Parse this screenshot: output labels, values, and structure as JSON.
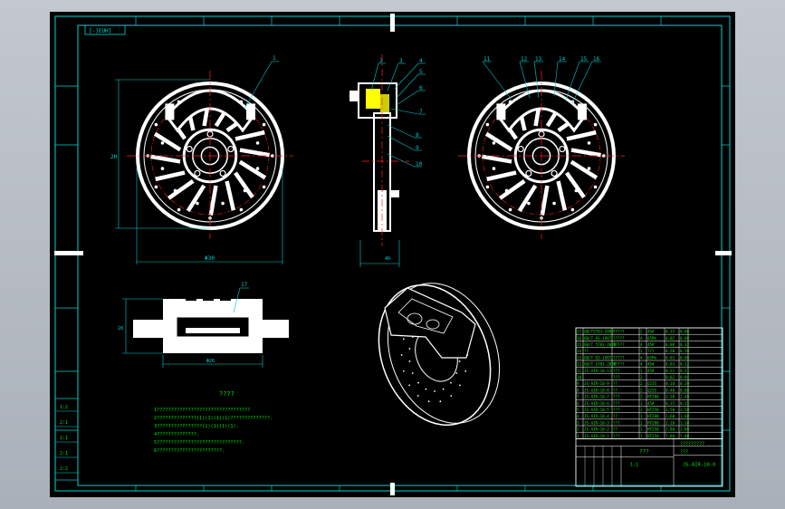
{
  "drawing": {
    "sheet_code": "[-]EUH]",
    "part_labels": [
      "1",
      "2",
      "3",
      "4",
      "5",
      "6",
      "7",
      "8",
      "9",
      "10",
      "11",
      "12",
      "13",
      "14",
      "15",
      "16",
      "17"
    ],
    "dim_left_vertical": "2H",
    "dim_left_horizontal": "Φ30",
    "dim_side_bottom": "40",
    "dim_pad_vertical": "28",
    "dim_pad_horizontal": "Φ26",
    "notes_title": "????",
    "notes_lines": [
      "1?????????????????????????????????",
      "2??????????????(1)(1)(1)(1)??????????????.",
      "3????????????????(1)(1)(1)(1).",
      "4??????????????.",
      "5??????????????????????????????.",
      "6???????????????????????."
    ],
    "left_strip": [
      "1:2",
      "2:1",
      "2:1",
      "2:1",
      "2:2"
    ],
    "bom_rows": [
      [
        "17",
        "GB/T5783-2000",
        "?????",
        "2",
        "45#",
        "0.15",
        "0.06"
      ],
      [
        "16",
        "GB/T 93-1987",
        "?????",
        "4",
        "65Mn",
        "0.02",
        "0.08"
      ],
      [
        "15",
        "GB/T 5783-2000",
        "?????",
        "4",
        "45#",
        "0.08",
        "0.32"
      ],
      [
        "14",
        "??",
        "",
        "1",
        "???",
        "0.50",
        "0.50"
      ],
      [
        "13",
        "GB/T 93-1987",
        "?????",
        "4",
        "65Mn",
        "0.02",
        "0.08"
      ],
      [
        "12",
        "GB/T 5783-2000",
        "?????",
        "4",
        "45#",
        "0.03",
        "0.12"
      ],
      [
        "11",
        "JS-AIR-10-11",
        "???",
        "1",
        "45#",
        "0.21",
        "0.21"
      ],
      [
        "10",
        "",
        "???",
        "2",
        "",
        "0.02",
        "0.04"
      ],
      [
        "9",
        "JS-AIR-10-9",
        "??",
        "2",
        "Q235",
        "0.10",
        "0.20"
      ],
      [
        "8",
        "JS-AIR-10-8",
        "??",
        "2",
        "Q235",
        "0.40",
        "0.80"
      ],
      [
        "7",
        "JS-AIR-10-7",
        "???",
        "2",
        "HT200",
        "1.20",
        "2.40"
      ],
      [
        "6",
        "JS-AIR-10-6",
        "???",
        "1",
        "45#",
        "0.15",
        "0.15"
      ],
      [
        "5",
        "JS-AIR-10-5",
        "???",
        "1",
        "HT250",
        "3.50",
        "3.50"
      ],
      [
        "4",
        "JS-AIR-10-4",
        "??",
        "1",
        "HT200",
        "1.60",
        "1.60"
      ],
      [
        "3",
        "JS-AIR-10-3",
        "???",
        "1",
        "HT200",
        "1.10",
        "1.10"
      ],
      [
        "2",
        "JS-AIR-10-2",
        "??",
        "1",
        "HT250",
        "2.80",
        "2.80"
      ],
      [
        "1",
        "JS-AIR-10-1",
        "???",
        "1",
        "HT250",
        "7.80",
        "7.80"
      ]
    ],
    "title_block": {
      "drawing_name": "???",
      "school": "?????????",
      "drawing_no": "JS-AIR-10-0",
      "scale": "1:1",
      "sheet": "???"
    }
  },
  "colors": {
    "background": "#000000",
    "frame": "#00d2d2",
    "part": "#ffffff",
    "centerline": "#ff2020",
    "leader": "#00c8c8",
    "text": "#00e600",
    "highlight": "#ffff00"
  }
}
